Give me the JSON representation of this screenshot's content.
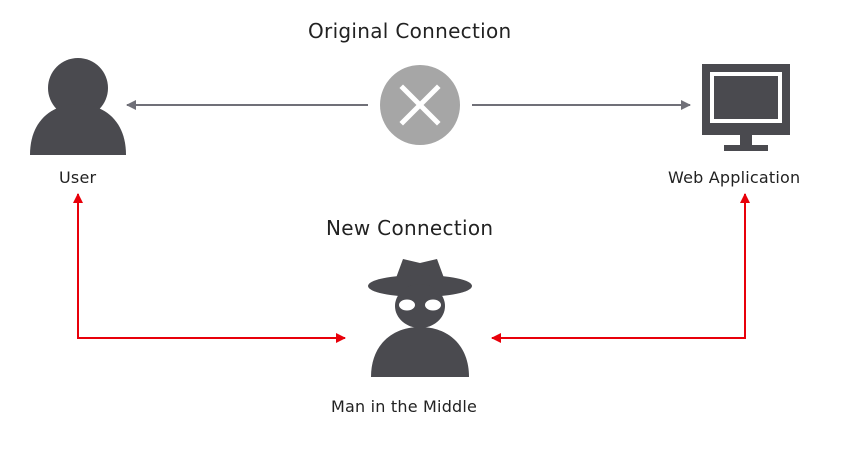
{
  "diagram": {
    "original_connection_label": "Original Connection",
    "new_connection_label": "New Connection",
    "nodes": {
      "user": {
        "label": "User",
        "icon": "user-icon"
      },
      "web_app": {
        "label": "Web Application",
        "icon": "monitor-icon"
      },
      "mitm": {
        "label": "Man in the Middle",
        "icon": "spy-icon"
      }
    },
    "blocked_icon": "x-circle-icon",
    "colors": {
      "icon": "#4a4a4f",
      "gray_arrow": "#707078",
      "red_arrow": "#e8000a",
      "x_circle": "#a6a6a6",
      "text": "#222222"
    }
  }
}
